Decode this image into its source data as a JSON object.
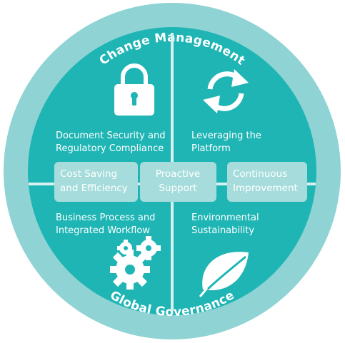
{
  "ring": {
    "top_label": "Change Management",
    "bottom_label": "Global Governance"
  },
  "quadrants": [
    {
      "line1": "Document Security and",
      "line2": "Regulatory Compliance",
      "icon": "padlock-icon"
    },
    {
      "line1": "Leveraging the",
      "line2": "Platform",
      "icon": "refresh-cycle-icon"
    },
    {
      "line1": "Business Process and",
      "line2": "Integrated Workflow",
      "icon": "gears-icon"
    },
    {
      "line1": "Environmental",
      "line2": "Sustainability",
      "icon": "leaf-icon"
    }
  ],
  "center_boxes": [
    {
      "line1": "Cost Saving",
      "line2": "and Efficiency"
    },
    {
      "line1": "Proactive",
      "line2": "Support"
    },
    {
      "line1": "Continuous",
      "line2": "Improvement"
    }
  ],
  "colors": {
    "outer_ring": "#8fd3d4",
    "inner_disc": "#1fb5b5",
    "box_fill": "#a6dcdc",
    "white": "#ffffff"
  }
}
